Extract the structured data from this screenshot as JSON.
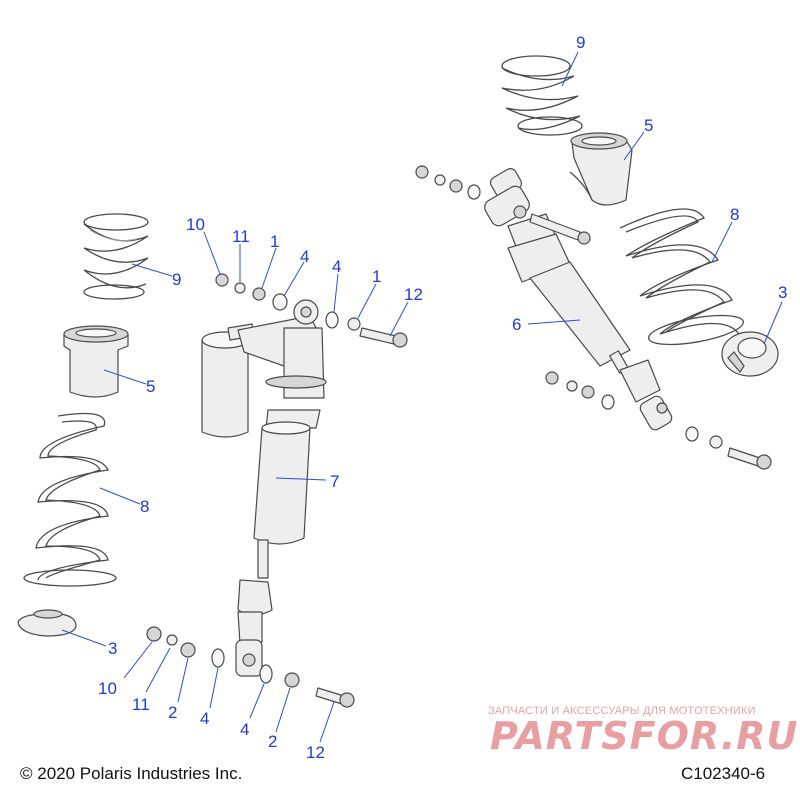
{
  "copyright": "© 2020 Polaris Industries Inc.",
  "drawing_id": "C102340-6",
  "watermark": {
    "subtitle": "ЗАПЧАСТИ И АКСЕССУАРЫ ДЛЯ МОТОТЕХНИКИ",
    "logo": "PARTSFOR.RU"
  },
  "callouts": {
    "left_assembly": [
      "10",
      "11",
      "1",
      "4",
      "4",
      "1",
      "12",
      "9",
      "5",
      "7",
      "8",
      "3",
      "10",
      "11",
      "2",
      "4",
      "4",
      "2",
      "12"
    ],
    "right_assembly": [
      "9",
      "5",
      "8",
      "3",
      "6"
    ]
  }
}
